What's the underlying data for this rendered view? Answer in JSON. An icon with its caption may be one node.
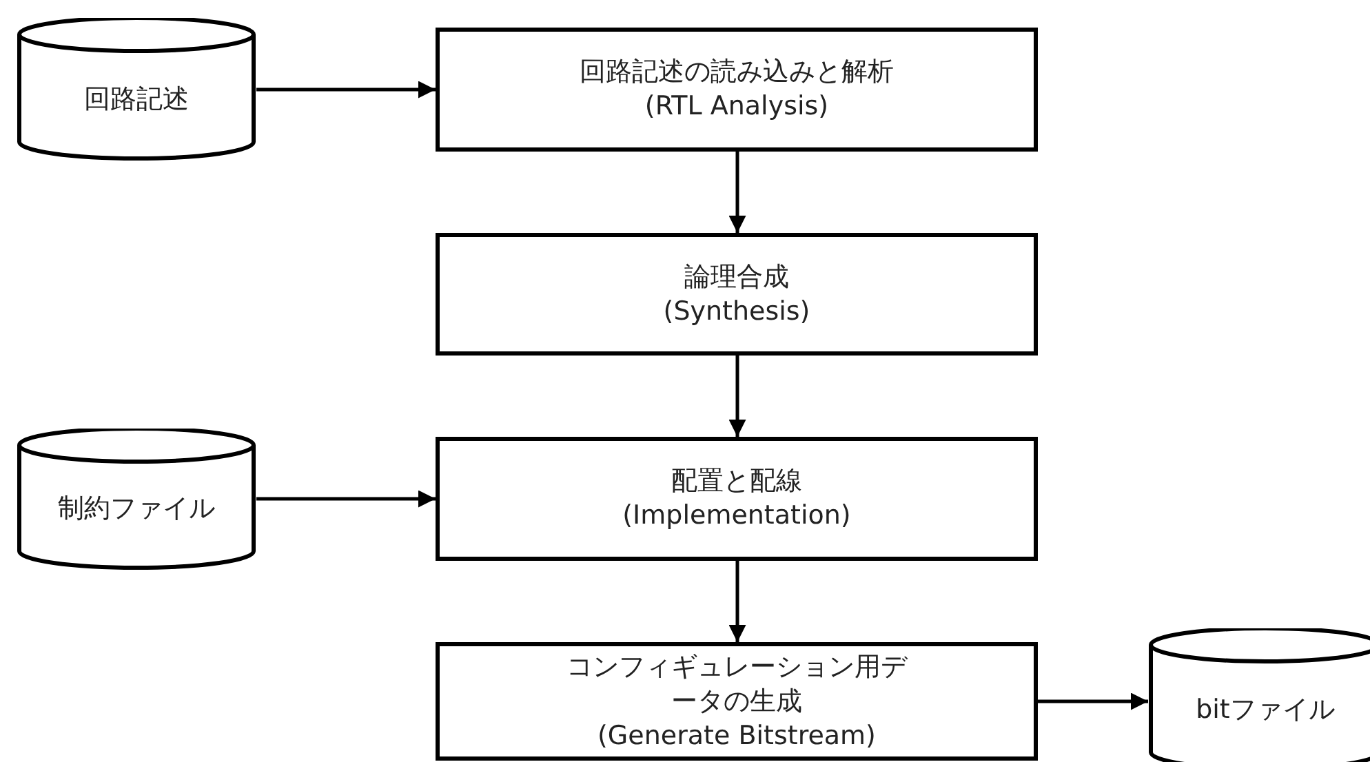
{
  "diagram": {
    "nodes": [
      {
        "text": [
          "回路記述"
        ]
      },
      {
        "text": [
          "回路記述の読み込みと解析",
          "(RTL Analysis)"
        ]
      },
      {
        "text": [
          "論理合成",
          "(Synthesis)"
        ]
      },
      {
        "text": [
          "制約ファイル"
        ]
      },
      {
        "text": [
          "配置と配線",
          "(Implementation)"
        ]
      },
      {
        "text": [
          "コンフィギュレーション用データの生成",
          "(Generate Bitstream)"
        ]
      },
      {
        "text": [
          "bitファイル"
        ]
      }
    ],
    "edges": [
      {
        "from": 0,
        "to": 1,
        "arrow": "to"
      },
      {
        "from": 1,
        "to": 2,
        "arrow": "to"
      },
      {
        "from": 2,
        "to": 4,
        "arrow": "to"
      },
      {
        "from": 3,
        "to": 4,
        "arrow": "to"
      },
      {
        "from": 4,
        "to": 5,
        "arrow": "to"
      },
      {
        "from": 5,
        "to": 6,
        "arrow": "to"
      }
    ]
  }
}
